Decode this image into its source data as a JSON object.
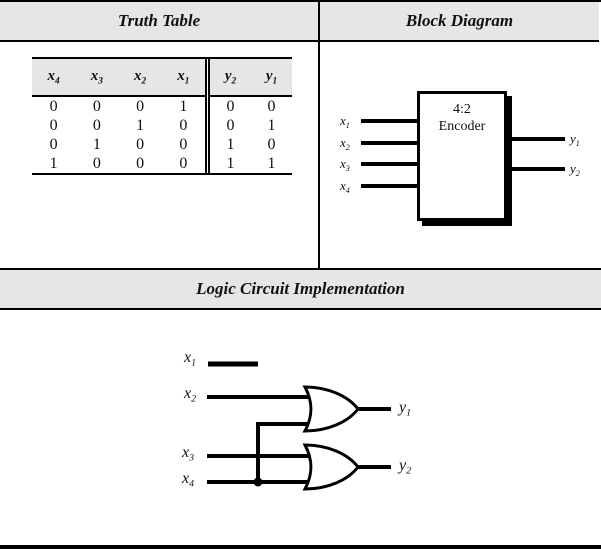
{
  "section_headers": {
    "truth_table": "Truth Table",
    "block_diagram": "Block Diagram",
    "logic_circuit": "Logic Circuit Implementation"
  },
  "colors": {
    "header_bg": "#e6e6e6",
    "ink": "#000000"
  },
  "truth_table": {
    "input_headers": [
      {
        "base": "x",
        "sub": "4"
      },
      {
        "base": "x",
        "sub": "3"
      },
      {
        "base": "x",
        "sub": "2"
      },
      {
        "base": "x",
        "sub": "1"
      }
    ],
    "output_headers": [
      {
        "base": "y",
        "sub": "2"
      },
      {
        "base": "y",
        "sub": "1"
      }
    ],
    "rows": [
      {
        "inputs": [
          "0",
          "0",
          "0",
          "1"
        ],
        "outputs": [
          "0",
          "0"
        ]
      },
      {
        "inputs": [
          "0",
          "0",
          "1",
          "0"
        ],
        "outputs": [
          "0",
          "1"
        ]
      },
      {
        "inputs": [
          "0",
          "1",
          "0",
          "0"
        ],
        "outputs": [
          "1",
          "0"
        ]
      },
      {
        "inputs": [
          "1",
          "0",
          "0",
          "0"
        ],
        "outputs": [
          "1",
          "1"
        ]
      }
    ]
  },
  "block_diagram": {
    "chip_label_line1": "4:2",
    "chip_label_line2": "Encoder",
    "inputs": [
      {
        "base": "x",
        "sub": "1"
      },
      {
        "base": "x",
        "sub": "2"
      },
      {
        "base": "x",
        "sub": "3"
      },
      {
        "base": "x",
        "sub": "4"
      }
    ],
    "outputs": [
      {
        "base": "y",
        "sub": "1"
      },
      {
        "base": "y",
        "sub": "2"
      }
    ]
  },
  "logic_circuit": {
    "inputs": [
      {
        "base": "x",
        "sub": "1"
      },
      {
        "base": "x",
        "sub": "2"
      },
      {
        "base": "x",
        "sub": "3"
      },
      {
        "base": "x",
        "sub": "4"
      }
    ],
    "outputs": [
      {
        "base": "y",
        "sub": "1"
      },
      {
        "base": "y",
        "sub": "2"
      }
    ],
    "gates": [
      "or-gate-y1",
      "or-gate-y2"
    ]
  }
}
